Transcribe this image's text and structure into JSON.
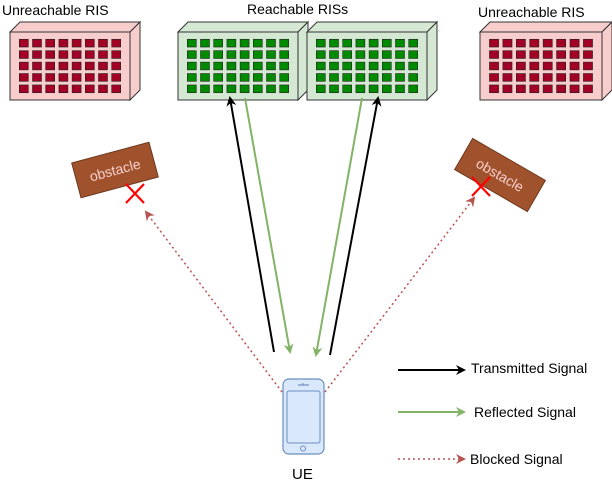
{
  "labels": {
    "unreachable_left": "Unreachable RIS",
    "reachable": "Reachable RISs",
    "unreachable_right": "Unreachable RIS",
    "ue": "UE",
    "obstacle_left": "obstacle",
    "obstacle_right": "obstacle"
  },
  "legend": {
    "transmitted": "Transmitted Signal",
    "reflected": "Reflected Signal",
    "blocked": "Blocked Signal"
  },
  "colors": {
    "transmitted": "#000000",
    "reflected": "#82b366",
    "blocked": "#b85450",
    "ris_unreachable_face": "#f8cecc",
    "ris_unreachable_cell": "#a20025",
    "ris_reachable_face": "#d5e8d4",
    "ris_reachable_cell": "#008a00",
    "obstacle": "#a0522d",
    "block_cross": "#ff0000",
    "phone_face": "#dae8fc",
    "phone_border": "#6c8ebf"
  }
}
